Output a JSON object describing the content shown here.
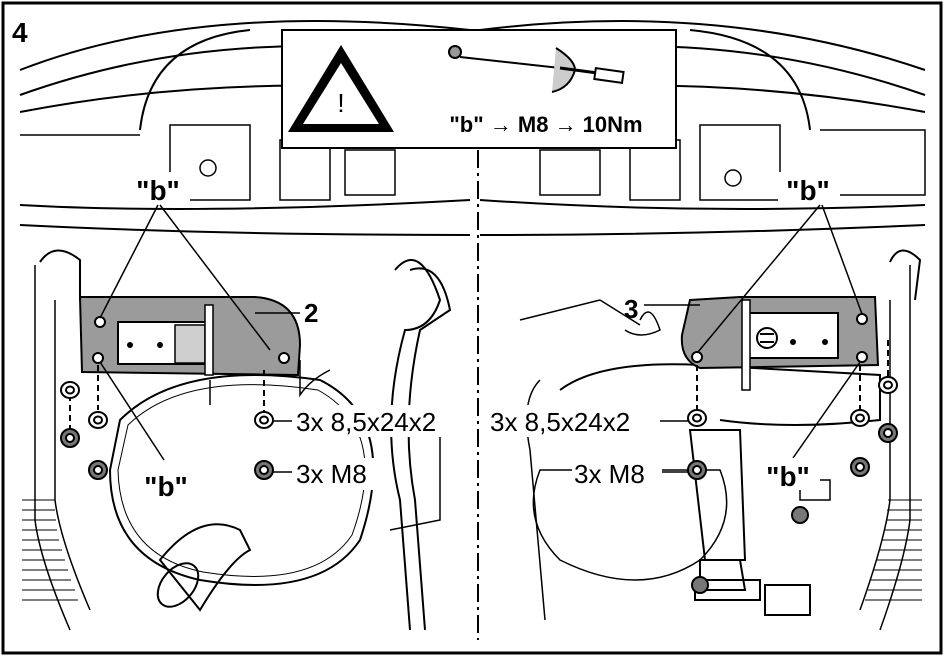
{
  "step_number": "4",
  "warning_box": {
    "icon": "warning-triangle-icon",
    "tool_icon": "torque-wrench-icon",
    "text": "\"b\" → M8 → 10Nm"
  },
  "callouts": {
    "b": "\"b\"",
    "part_left": "2",
    "part_right": "3",
    "washer_spec": "3x 8,5x24x2",
    "nut_spec": "3x M8"
  }
}
